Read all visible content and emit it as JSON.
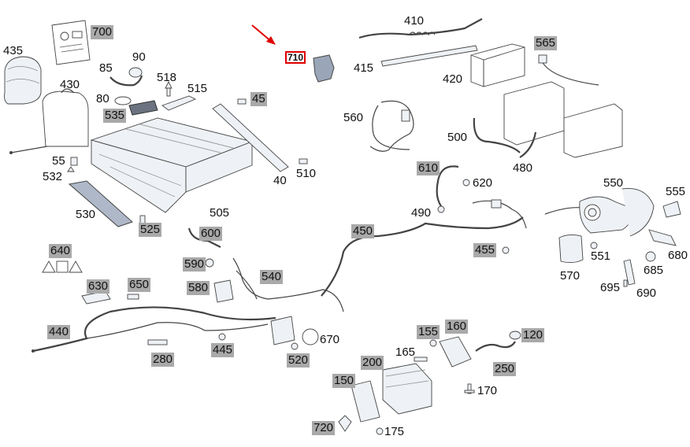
{
  "diagram": {
    "highlighted_label": "710",
    "callout_color": "#e00000",
    "label_highlight_color": "#a9a9a9",
    "labels": [
      {
        "id": "435",
        "text": "435",
        "style": "plain"
      },
      {
        "id": "700",
        "text": "700",
        "style": "gray"
      },
      {
        "id": "430",
        "text": "430",
        "style": "plain"
      },
      {
        "id": "90",
        "text": "90",
        "style": "plain"
      },
      {
        "id": "85",
        "text": "85",
        "style": "plain"
      },
      {
        "id": "518",
        "text": "518",
        "style": "plain"
      },
      {
        "id": "515",
        "text": "515",
        "style": "plain"
      },
      {
        "id": "80",
        "text": "80",
        "style": "plain"
      },
      {
        "id": "535",
        "text": "535",
        "style": "gray"
      },
      {
        "id": "45",
        "text": "45",
        "style": "gray"
      },
      {
        "id": "55",
        "text": "55",
        "style": "plain"
      },
      {
        "id": "532",
        "text": "532",
        "style": "plain"
      },
      {
        "id": "510",
        "text": "510",
        "style": "plain"
      },
      {
        "id": "40",
        "text": "40",
        "style": "plain"
      },
      {
        "id": "530",
        "text": "530",
        "style": "plain"
      },
      {
        "id": "505",
        "text": "505",
        "style": "plain"
      },
      {
        "id": "525",
        "text": "525",
        "style": "gray"
      },
      {
        "id": "710",
        "text": "710",
        "style": "highlight"
      },
      {
        "id": "410",
        "text": "410",
        "style": "plain"
      },
      {
        "id": "415",
        "text": "415",
        "style": "plain"
      },
      {
        "id": "420",
        "text": "420",
        "style": "plain"
      },
      {
        "id": "565",
        "text": "565",
        "style": "gray"
      },
      {
        "id": "560",
        "text": "560",
        "style": "plain"
      },
      {
        "id": "500",
        "text": "500",
        "style": "plain"
      },
      {
        "id": "480",
        "text": "480",
        "style": "plain"
      },
      {
        "id": "610",
        "text": "610",
        "style": "gray"
      },
      {
        "id": "620",
        "text": "620",
        "style": "plain"
      },
      {
        "id": "490",
        "text": "490",
        "style": "plain"
      },
      {
        "id": "550",
        "text": "550",
        "style": "plain"
      },
      {
        "id": "555",
        "text": "555",
        "style": "plain"
      },
      {
        "id": "450",
        "text": "450",
        "style": "gray"
      },
      {
        "id": "455",
        "text": "455",
        "style": "gray"
      },
      {
        "id": "600",
        "text": "600",
        "style": "gray"
      },
      {
        "id": "640",
        "text": "640",
        "style": "gray"
      },
      {
        "id": "590",
        "text": "590",
        "style": "gray"
      },
      {
        "id": "540",
        "text": "540",
        "style": "gray"
      },
      {
        "id": "630",
        "text": "630",
        "style": "gray"
      },
      {
        "id": "650",
        "text": "650",
        "style": "gray"
      },
      {
        "id": "580",
        "text": "580",
        "style": "gray"
      },
      {
        "id": "551",
        "text": "551",
        "style": "plain"
      },
      {
        "id": "680",
        "text": "680",
        "style": "plain"
      },
      {
        "id": "570",
        "text": "570",
        "style": "plain"
      },
      {
        "id": "685",
        "text": "685",
        "style": "plain"
      },
      {
        "id": "695",
        "text": "695",
        "style": "plain"
      },
      {
        "id": "690",
        "text": "690",
        "style": "plain"
      },
      {
        "id": "440",
        "text": "440",
        "style": "gray"
      },
      {
        "id": "670",
        "text": "670",
        "style": "plain"
      },
      {
        "id": "445",
        "text": "445",
        "style": "gray"
      },
      {
        "id": "280",
        "text": "280",
        "style": "gray"
      },
      {
        "id": "520",
        "text": "520",
        "style": "gray"
      },
      {
        "id": "155",
        "text": "155",
        "style": "gray"
      },
      {
        "id": "160",
        "text": "160",
        "style": "gray"
      },
      {
        "id": "120",
        "text": "120",
        "style": "gray"
      },
      {
        "id": "165",
        "text": "165",
        "style": "plain"
      },
      {
        "id": "200",
        "text": "200",
        "style": "gray"
      },
      {
        "id": "250",
        "text": "250",
        "style": "gray"
      },
      {
        "id": "150",
        "text": "150",
        "style": "gray"
      },
      {
        "id": "170",
        "text": "170",
        "style": "plain"
      },
      {
        "id": "720",
        "text": "720",
        "style": "gray"
      },
      {
        "id": "175",
        "text": "175",
        "style": "plain"
      }
    ]
  }
}
